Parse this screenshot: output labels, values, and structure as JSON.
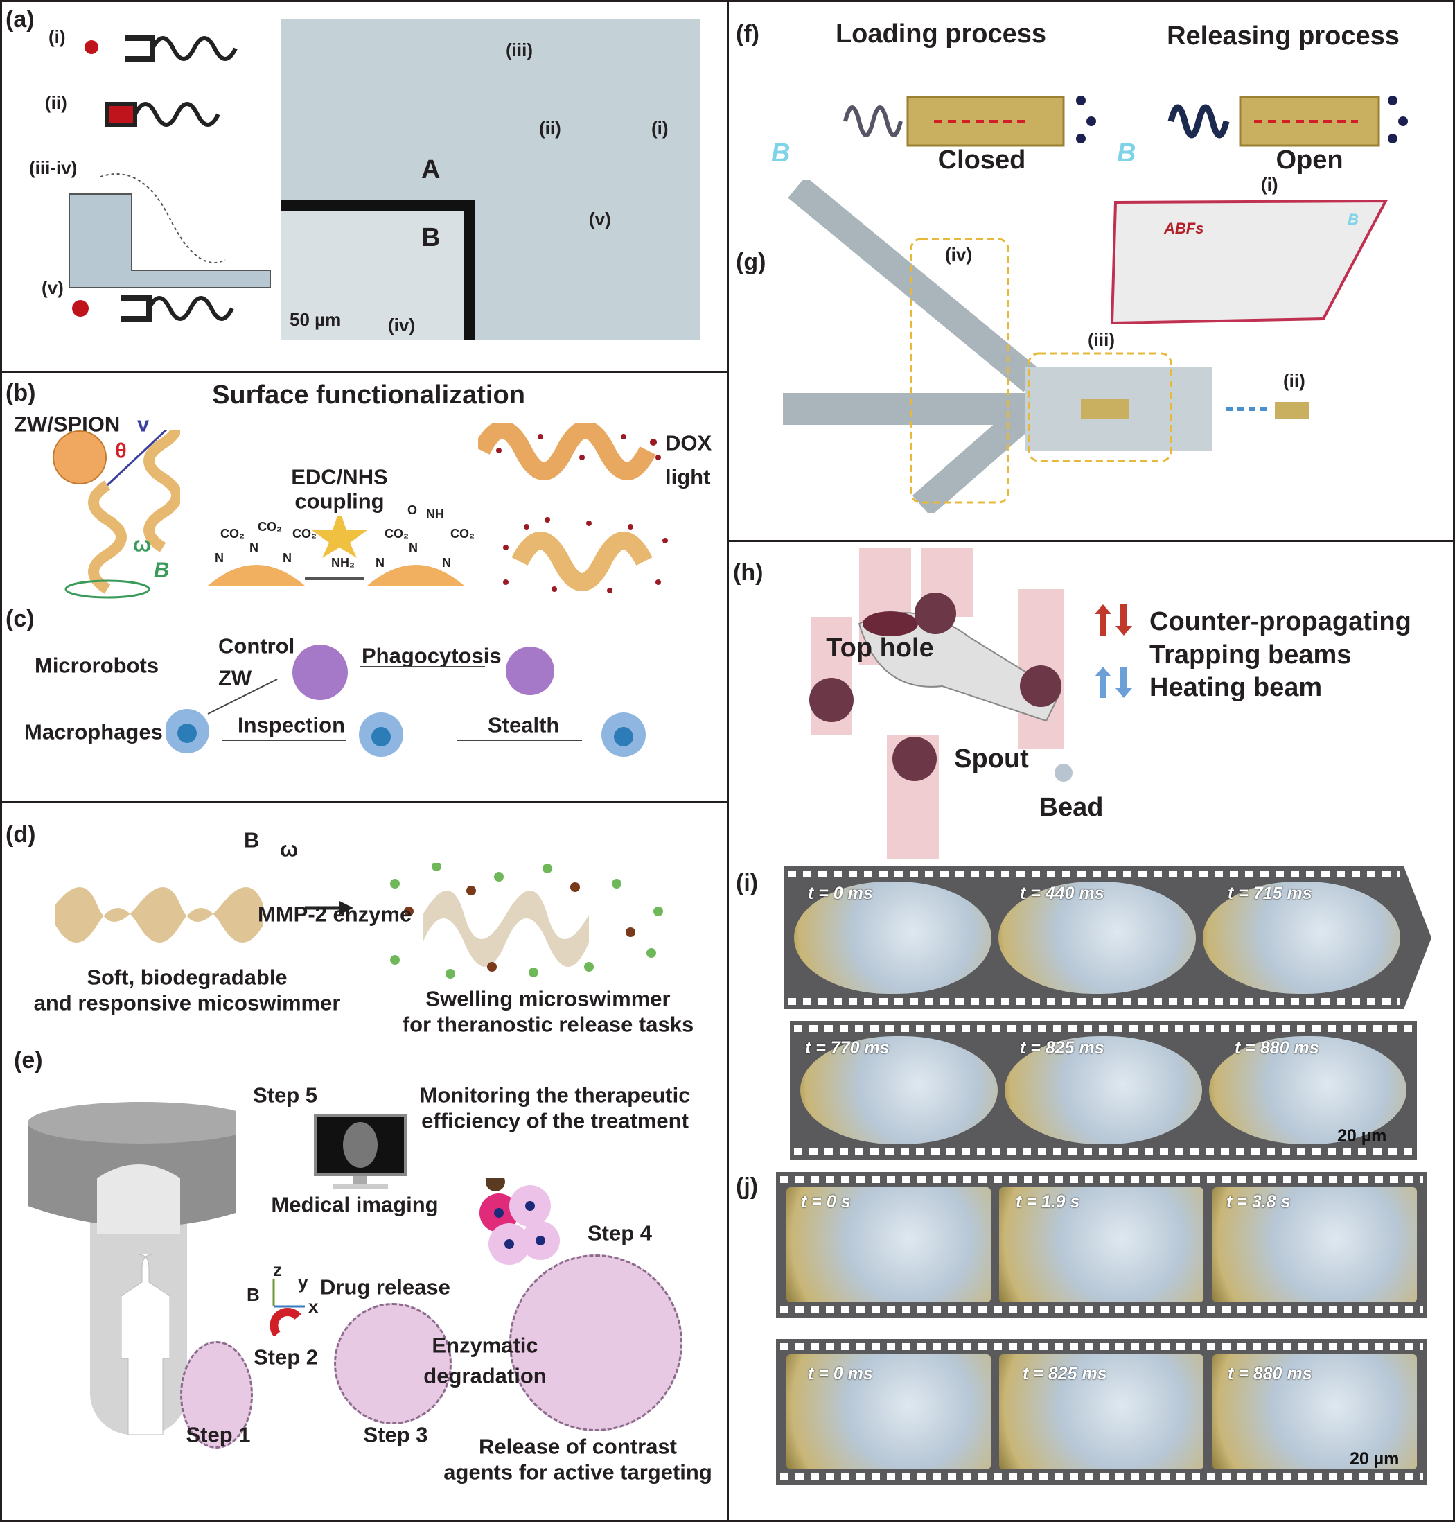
{
  "panel_a": {
    "label": "(a)",
    "left_items": [
      "(i)",
      "(ii)",
      "(iii-iv)",
      "(v)"
    ],
    "image_labels": {
      "iii": "(iii)",
      "A": "A",
      "ii": "(ii)",
      "i": "(i)",
      "B": "B",
      "v": "(v)",
      "iv": "(iv)"
    },
    "scale_bar": "50 µm"
  },
  "panel_b": {
    "label": "(b)",
    "title": "Surface functionalization",
    "zw_spion": "ZW/SPION",
    "v": "v",
    "theta": "θ",
    "omega": "ω",
    "b_field": "B",
    "coupling_line1": "EDC/NHS",
    "coupling_line2": "coupling",
    "dox": "DOX",
    "light": "light",
    "chem_labels": [
      "CO₂",
      "CO₂",
      "CO₂",
      "NH₂",
      "CO₂",
      "CO₂",
      "O",
      "NH",
      "N",
      "N",
      "N",
      "N",
      "N",
      "N"
    ]
  },
  "panel_c": {
    "label": "(c)",
    "microrobots": "Microrobots",
    "control": "Control",
    "zw": "ZW",
    "macrophages": "Macrophages",
    "phagocytosis": "Phagocytosis",
    "inspection": "Inspection",
    "stealth": "Stealth"
  },
  "panel_d": {
    "label": "(d)",
    "b_field": "B",
    "omega": "ω",
    "enzyme": "MMP-2 enzyme",
    "left_caption_1": "Soft, biodegradable",
    "left_caption_2": "and responsive micoswimmer",
    "right_caption_1": "Swelling microswimmer",
    "right_caption_2": "for theranostic release tasks"
  },
  "panel_e": {
    "label": "(e)",
    "step5": "Step 5",
    "monitoring_1": "Monitoring the therapeutic",
    "monitoring_2": "efficiency of the treatment",
    "medical_imaging": "Medical imaging",
    "step4": "Step 4",
    "drug_release": "Drug release",
    "axes": {
      "b": "B",
      "z": "z",
      "y": "y",
      "x": "x"
    },
    "step2": "Step 2",
    "enzymatic_1": "Enzymatic",
    "enzymatic_2": "degradation",
    "step1": "Step 1",
    "step3": "Step 3",
    "release_1": "Release of contrast",
    "release_2": "agents for active targeting"
  },
  "panel_f": {
    "label": "(f)",
    "loading": "Loading process",
    "releasing": "Releasing process",
    "closed": "Closed",
    "open": "Open",
    "b_field": "B"
  },
  "panel_g": {
    "label": "(g)",
    "i": "(i)",
    "abfs": "ABFs",
    "b_field": "B",
    "iv": "(iv)",
    "iii": "(iii)",
    "ii": "(ii)"
  },
  "panel_h": {
    "label": "(h)",
    "top_hole": "Top hole",
    "spout": "Spout",
    "bead": "Bead",
    "legend_1": "Counter-propagating",
    "legend_2": "Trapping beams",
    "legend_3": "Heating beam"
  },
  "panel_i": {
    "label": "(i)",
    "times": [
      "t = 0 ms",
      "t = 440 ms",
      "t = 715 ms",
      "t = 770 ms",
      "t = 825 ms",
      "t = 880 ms"
    ],
    "scale_bar": "20 µm"
  },
  "panel_j": {
    "label": "(j)",
    "times": [
      "t = 0 s",
      "t = 1.9 s",
      "t = 3.8 s",
      "t = 0 ms",
      "t = 825 ms",
      "t = 880 ms"
    ],
    "scale_bar": "20 µm"
  },
  "colors": {
    "border": "#231f20",
    "red_label": "#b2202a",
    "cyan_b": "#7fd3e8",
    "pink_circle": "#e8c9e4",
    "gold": "#c9a84c",
    "trap_beam": "#c0392b",
    "heating_beam": "#6a9fd8"
  }
}
